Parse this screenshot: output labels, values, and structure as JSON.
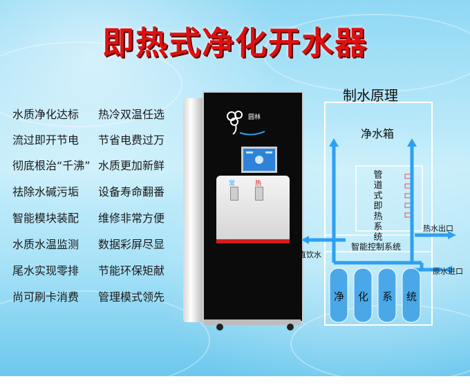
{
  "title": "即热式净化开水器",
  "features_left": [
    "水质净化达标",
    "流过即开节电",
    "彻底根治“千沸”",
    "祛除水碱污垢",
    "智能模块装配",
    "水质水温监测",
    "尾水实现零排",
    "尚可刷卡消费"
  ],
  "features_right": [
    "热冷双温任选",
    "节省电费过万",
    "水质更加新鲜",
    "设备寿命翻番",
    "维修非常方便",
    "数据彩屏尽显",
    "节能环保矩献",
    "管理模式领先"
  ],
  "machine": {
    "logo_text": "圆林",
    "left_tap_label": "常",
    "right_tap_label": "热"
  },
  "diagram": {
    "title": "制水原理",
    "tank_label": "净水箱",
    "heater_label": "管道式即热系统",
    "control_label": "智能控制系统",
    "hot_outlet": "热水出口",
    "direct_water": "直饮水",
    "raw_inlet": "原水进口",
    "filters": [
      "净",
      "化",
      "系",
      "统"
    ]
  },
  "colors": {
    "title": "#e01010",
    "pipe": "#2ea0f0",
    "frame": "#ffffff"
  }
}
